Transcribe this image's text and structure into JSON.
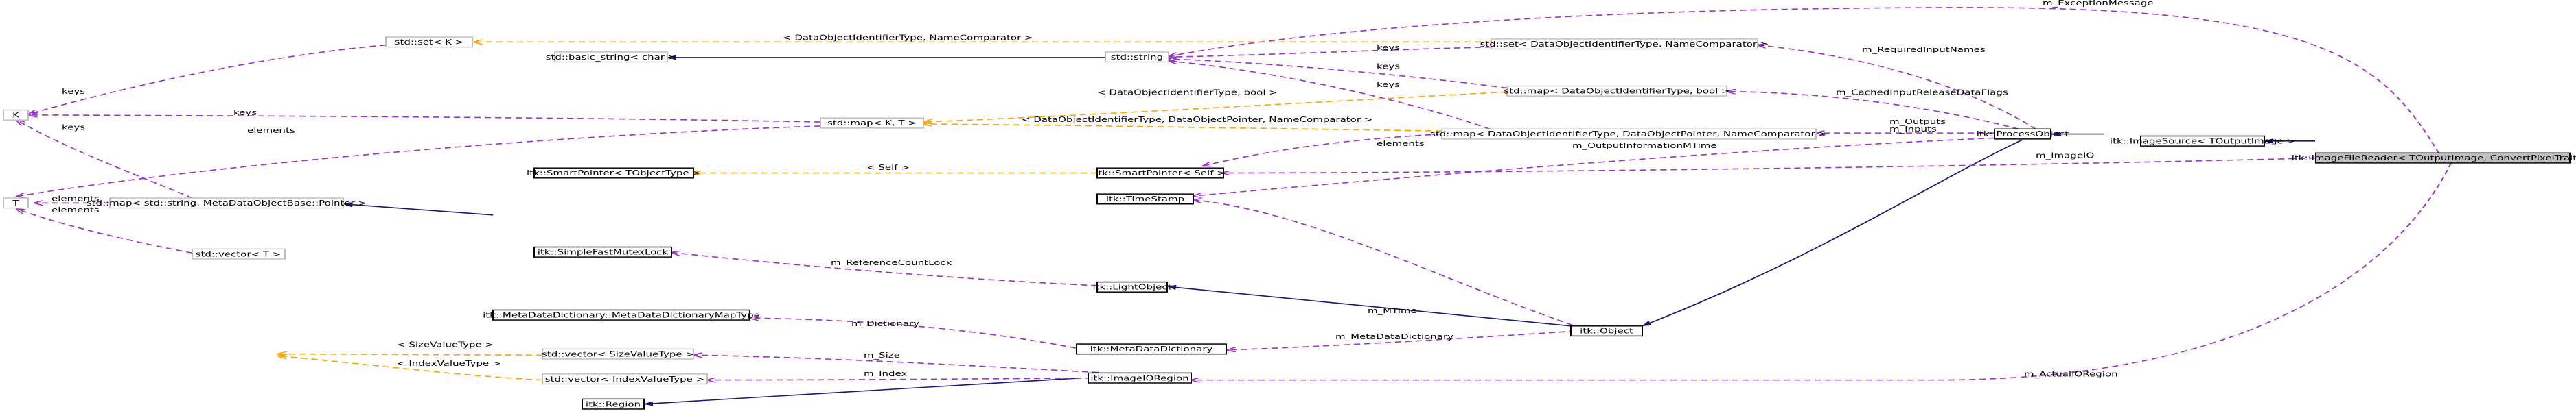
{
  "colors": {
    "inheritance": "#191970",
    "member": "#9a32cd",
    "template": "#ffa500",
    "focus_fill": "#bfbfbf",
    "gray_border": "#bfbfbf"
  },
  "nodes": {
    "image_file_reader": "itk::ImageFileReader< TOutputImage, ConvertPixelTraits >",
    "image_source": "itk::ImageSource< TOutputImage >",
    "process_object": "itk::ProcessObject",
    "object": "itk::Object",
    "light_object": "itk::LightObject",
    "time_stamp": "itk::TimeStamp",
    "meta_data_dictionary": "itk::MetaDataDictionary",
    "image_io_region": "itk::ImageIORegion",
    "region": "itk::Region",
    "smart_pointer_self": "itk::SmartPointer< Self >",
    "smart_pointer_tobject": "itk::SmartPointer< TObjectType >",
    "simple_fast_mutex_lock": "itk::SimpleFastMutexLock",
    "meta_data_dictionary_map_type": "itk::MetaDataDictionary::MetaDataDictionaryMapType",
    "std_string": "std::string",
    "std_basic_string": "std::basic_string< char >",
    "std_set_k": "std::set< K >",
    "std_set_doid": "std::set< DataObjectIdentifierType, NameComparator >",
    "std_map_doid_bool": "std::map< DataObjectIdentifierType, bool >",
    "std_map_doid_dop": "std::map< DataObjectIdentifierType, DataObjectPointer, NameComparator >",
    "std_map_k_t": "std::map< K, T >",
    "std_map_string_pointer": "std::map< std::string, MetaDataObjectBase::Pointer >",
    "std_vector_t": "std::vector< T >",
    "std_vector_size": "std::vector< SizeValueType >",
    "std_vector_index": "std::vector< IndexValueType >",
    "k": "K",
    "t": "T"
  },
  "edge_labels": {
    "exception_message": "m_ExceptionMessage",
    "required_input_names": "m_RequiredInputNames",
    "cached_input_release": "m_CachedInputReleaseDataFlags",
    "outputs_inputs_1": "m_Outputs",
    "outputs_inputs_2": "m_Inputs",
    "output_information_mtime": "m_OutputInformationMTime",
    "image_io": "m_ImageIO",
    "actual_io_region": "m_ActualIORegion",
    "mtime": "m_MTime",
    "meta_data_dictionary": "m_MetaDataDictionary",
    "reference_count_lock": "m_ReferenceCountLock",
    "dictionary": "m_Dictionary",
    "size": "m_Size",
    "index": "m_Index",
    "keys_1": "keys",
    "keys_2": "keys",
    "keys_3": "keys",
    "keys_4": "keys",
    "keys_5": "keys",
    "elements_1": "elements",
    "elements_2": "elements",
    "elements_3": "elements",
    "elements_4": "elements",
    "tmpl_set": "< DataObjectIdentifierType, NameComparator >",
    "tmpl_map_bool": "< DataObjectIdentifierType, bool >",
    "tmpl_map_dop": "< DataObjectIdentifierType, DataObjectPointer, NameComparator >",
    "tmpl_self": "< Self >",
    "tmpl_size": "< SizeValueType >",
    "tmpl_index": "< IndexValueType >"
  }
}
